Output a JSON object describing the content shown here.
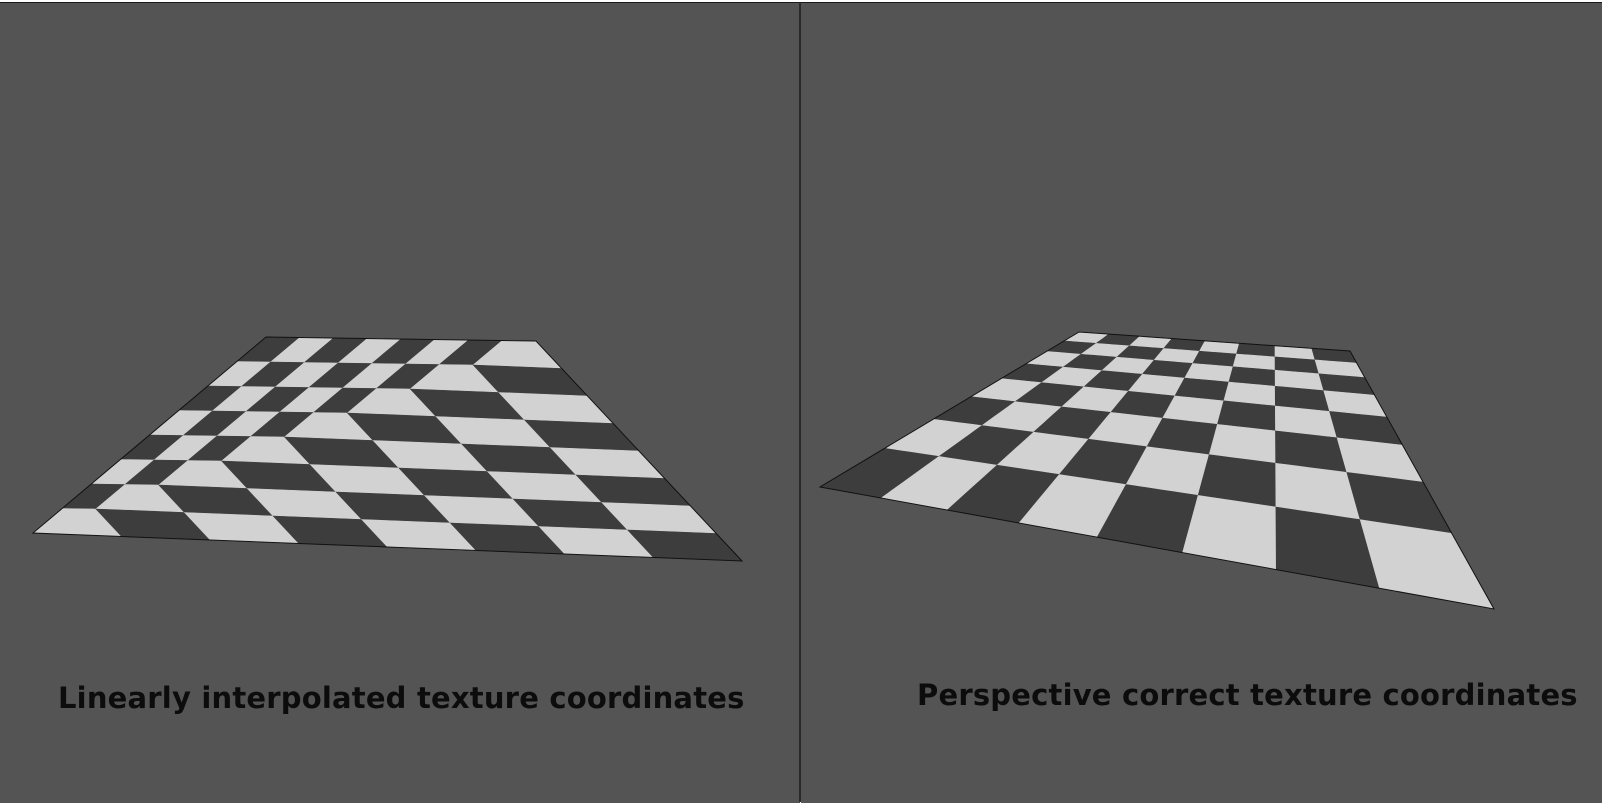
{
  "panels": [
    {
      "id": "left",
      "caption": "Linearly interpolated texture coordinates",
      "method": "affine"
    },
    {
      "id": "right",
      "caption": "Perspective correct texture coordinates",
      "method": "perspective"
    }
  ],
  "checkerboard": {
    "rows": 8,
    "cols": 8
  },
  "colors": {
    "background": "#545454",
    "light_square": "#d2d2d2",
    "dark_square": "#3d3d3d",
    "edge": "#111111",
    "caption": "#0c0c0c"
  }
}
